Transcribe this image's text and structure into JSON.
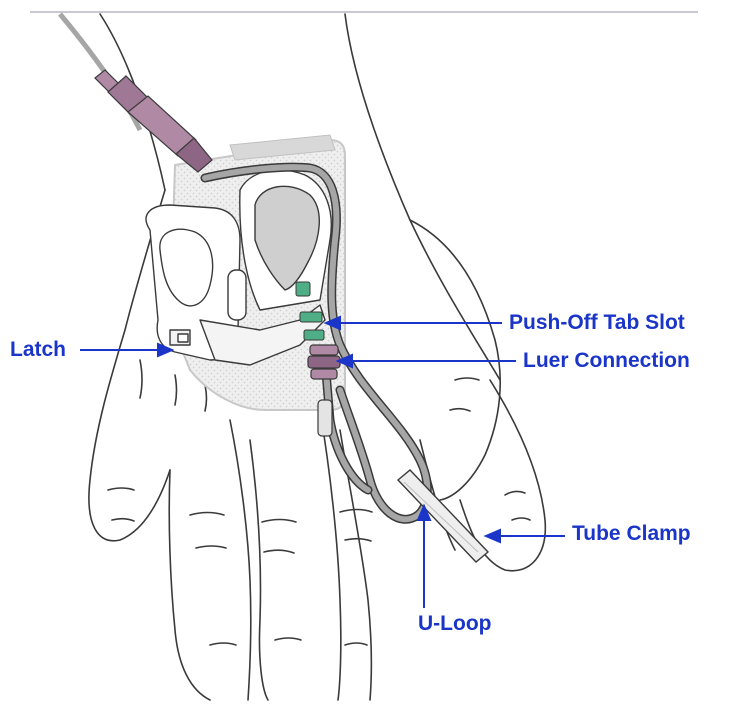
{
  "colors": {
    "label": "#1a35c8",
    "outline": "#3a3a3a",
    "tube": "#a6a6a6",
    "connector": "#b08aa4",
    "connector_dark": "#8c6684",
    "dressing": "#e8e8e8",
    "dressing_border": "#c8c8c8",
    "green": "#4fae86",
    "top_rule": "#c9c9d6"
  },
  "labels": {
    "latch": "Latch",
    "push_off_tab_slot": "Push-Off Tab Slot",
    "luer_connection": "Luer Connection",
    "tube_clamp": "Tube Clamp",
    "u_loop": "U-Loop"
  }
}
